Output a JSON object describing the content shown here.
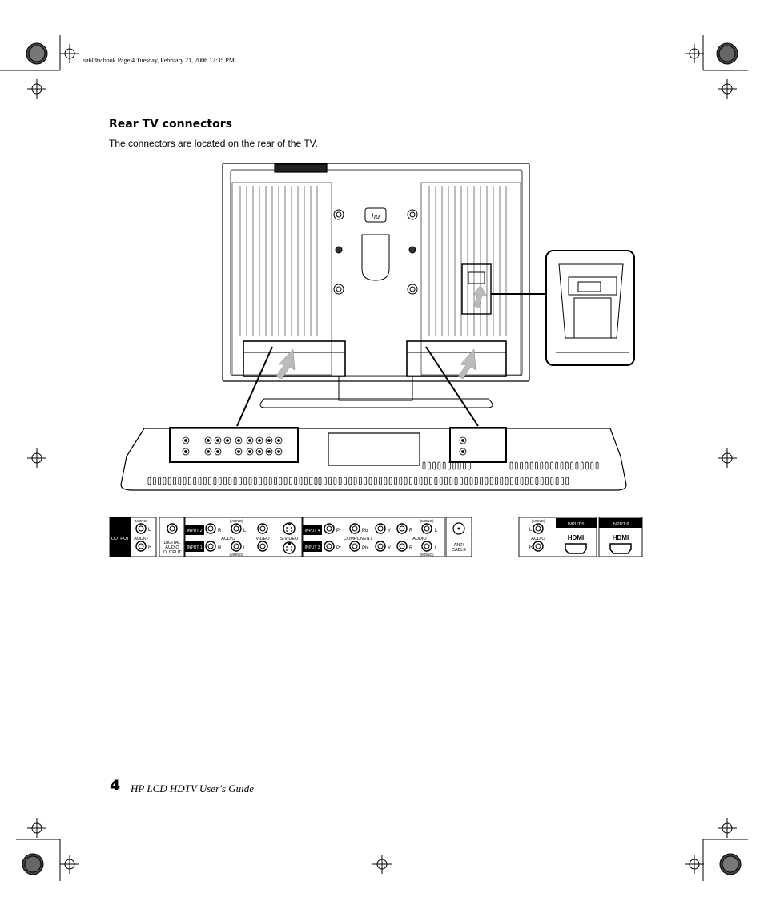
{
  "header": {
    "slug": "sa6ldtv.book  Page 4  Tuesday, February 21, 2006  12:35 PM"
  },
  "section": {
    "title": "Rear TV connectors",
    "intro": "The connectors are located on the rear of the TV."
  },
  "panel": {
    "output_label": "OUTPUT",
    "audio_label": "AUDIO",
    "mono_label": "(MONO)",
    "l_label": "L",
    "r_label": "R",
    "digital_audio_output": [
      "DIGITAL",
      "AUDIO",
      "OUTPUT"
    ],
    "input1": "INPUT 1",
    "input2": "INPUT 2",
    "input3": "INPUT 3",
    "input4": "INPUT 4",
    "input5": "INPUT 5",
    "input6": "INPUT 6",
    "video_label": "VIDEO",
    "svideo_label": "S-VIDEO",
    "component_label": "COMPONENT",
    "pr_label": "Pr",
    "pb_label": "Pb",
    "y_label": "Y",
    "ant_cable": [
      "ANT/",
      "CABLE"
    ],
    "hdmi_label": "HDMI"
  },
  "footer": {
    "page_number": "4",
    "book_title": "HP LCD HDTV User's Guide"
  }
}
